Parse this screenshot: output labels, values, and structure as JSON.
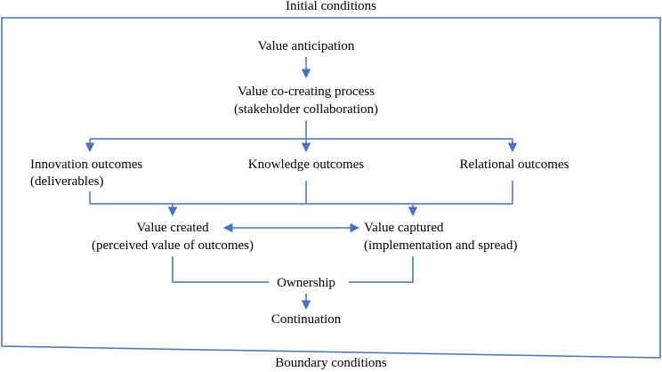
{
  "colors": {
    "line": "#4472c4",
    "frame": "#4472c4",
    "text": "#000000"
  },
  "labels": {
    "initial_conditions": "Initial conditions",
    "boundary_conditions": "Boundary conditions",
    "value_anticipation": "Value anticipation",
    "co_creating_line1": "Value co-creating process",
    "co_creating_line2": "(stakeholder collaboration)",
    "innovation_line1": "Innovation outcomes",
    "innovation_line2": "(deliverables)",
    "knowledge": "Knowledge outcomes",
    "relational": "Relational outcomes",
    "value_created_line1": "Value created",
    "value_created_line2": "(perceived value of outcomes)",
    "value_captured_line1": "Value captured",
    "value_captured_line2": "(implementation and spread)",
    "ownership": "Ownership",
    "continuation": "Continuation"
  }
}
